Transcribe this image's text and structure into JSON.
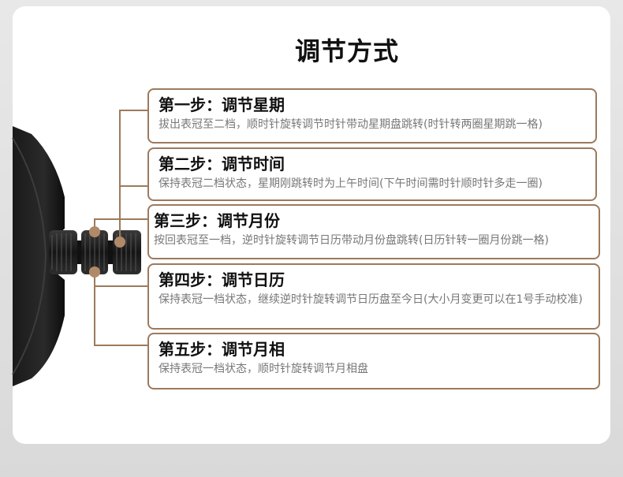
{
  "title": "调节方式",
  "accent_color": "#9c7a5c",
  "steps": [
    {
      "title": "第一步：调节星期",
      "desc": "拔出表冠至二档，顺时针旋转调节时针带动星期盘跳转(时针转两圈星期跳一格)"
    },
    {
      "title": "第二步：调节时间",
      "desc": "保持表冠二档状态，星期刚跳转时为上午时间(下午时间需时针顺时针多走一圈)"
    },
    {
      "title": "第三步：调节月份",
      "desc": "按回表冠至一档，逆时针旋转调节日历带动月份盘跳转(日历针转一圈月份跳一格)"
    },
    {
      "title": "第四步：调节日历",
      "desc": "保持表冠一档状态，继续逆时针旋转调节日历盘至今日(大小月变更可以在1号手动校准)"
    },
    {
      "title": "第五步：调节月相",
      "desc": "保持表冠一档状态，顺时针旋转调节月相盘"
    }
  ]
}
